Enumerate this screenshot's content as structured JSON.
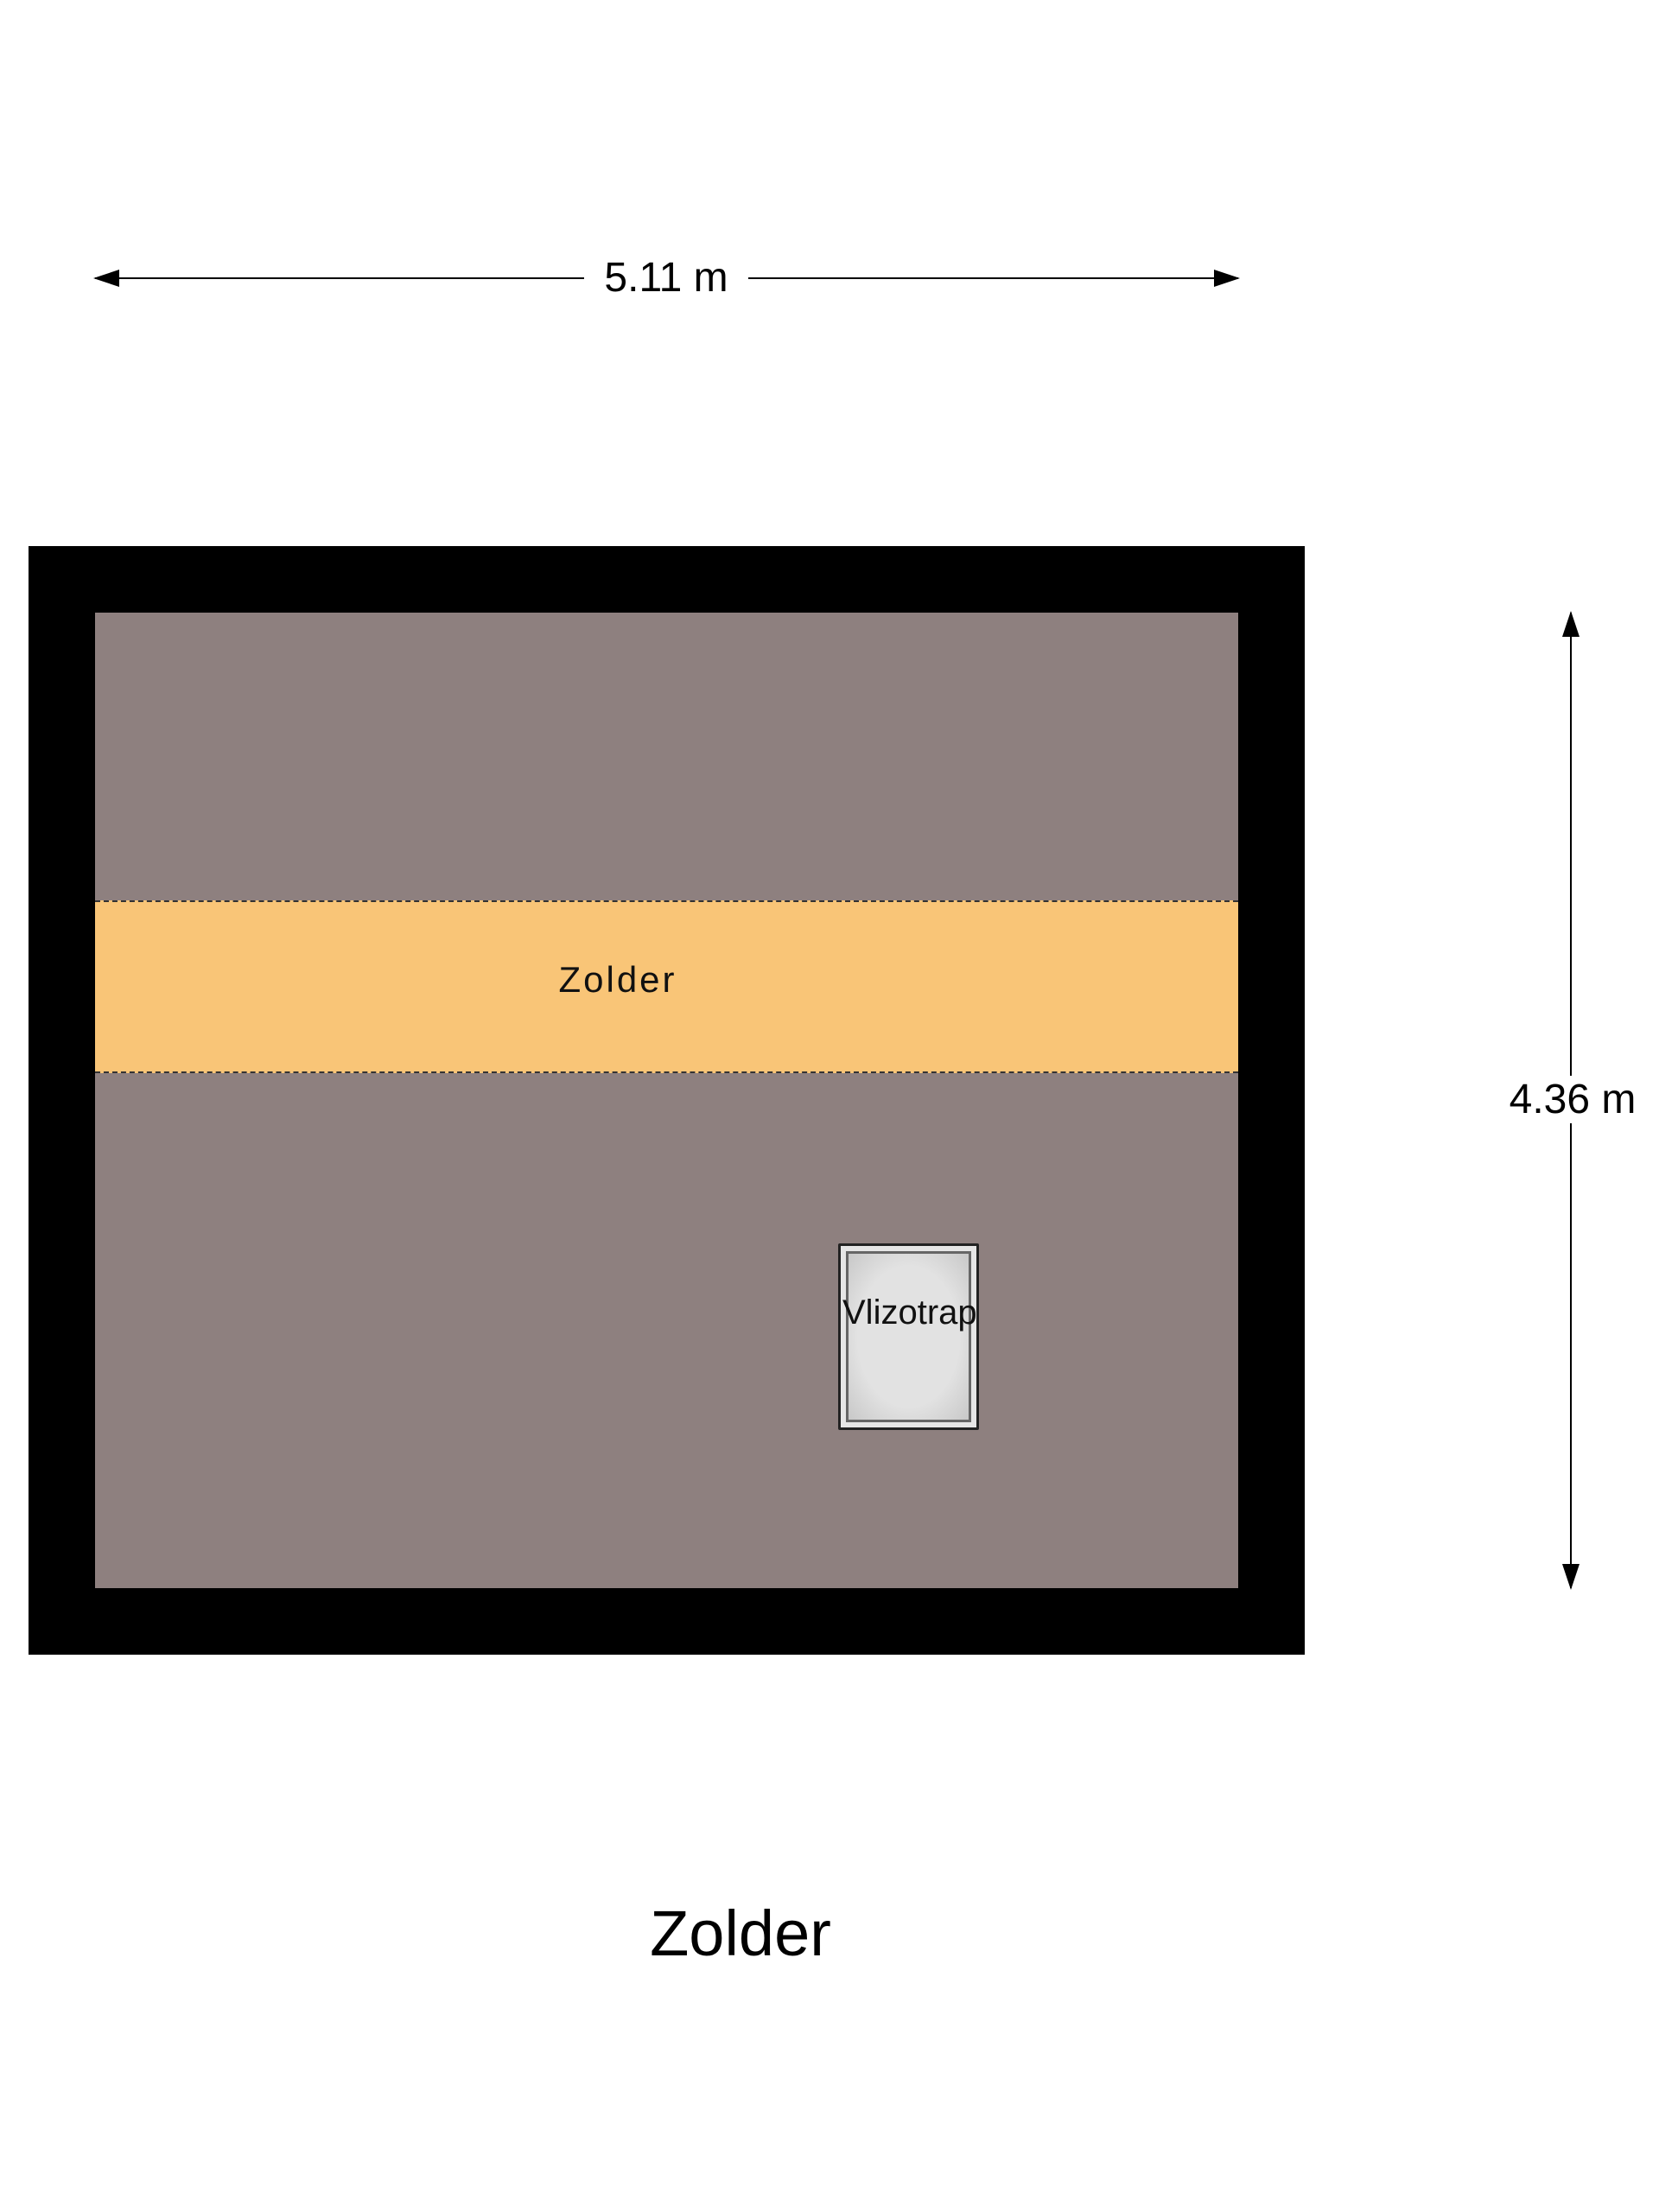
{
  "dimensions": {
    "width": "5.11 m",
    "height": "4.36 m"
  },
  "rooms": [
    {
      "label": "Zolder",
      "color": "#f9c577"
    },
    {
      "label": "Vlizotrap"
    }
  ],
  "floor_color": "#8e807f",
  "wall_color": "#000000",
  "title": "Zolder"
}
